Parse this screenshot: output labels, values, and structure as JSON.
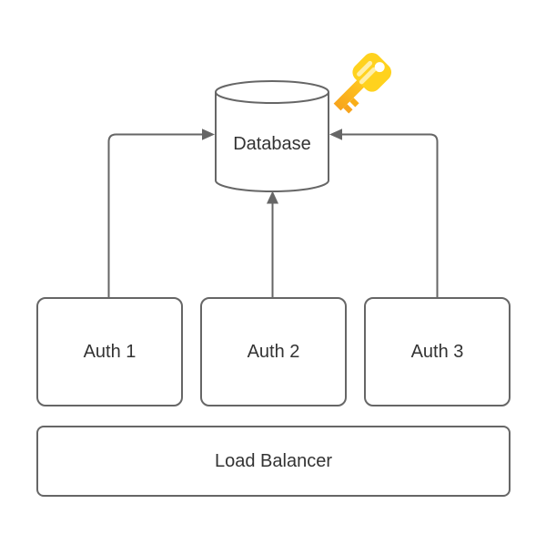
{
  "nodes": {
    "database": {
      "label": "Database",
      "shape": "cylinder"
    },
    "auth1": {
      "label": "Auth 1",
      "shape": "rounded-rect"
    },
    "auth2": {
      "label": "Auth 2",
      "shape": "rounded-rect"
    },
    "auth3": {
      "label": "Auth 3",
      "shape": "rounded-rect"
    },
    "load_balancer": {
      "label": "Load Balancer",
      "shape": "rounded-rect"
    }
  },
  "edges": [
    {
      "from": "Auth 1",
      "to": "Database",
      "style": "elbow-up-right",
      "arrowhead": "filled-triangle"
    },
    {
      "from": "Auth 2",
      "to": "Database",
      "style": "straight-up",
      "arrowhead": "filled-triangle"
    },
    {
      "from": "Auth 3",
      "to": "Database",
      "style": "elbow-up-left",
      "arrowhead": "filled-triangle"
    }
  ],
  "decorations": [
    {
      "icon": "key-icon",
      "attached_to": "Database",
      "position": "top-right"
    }
  ],
  "colors": {
    "background": "#ffffff",
    "stroke": "#666666",
    "text": "#333333",
    "node_fill": "#ffffff",
    "key_yellow": "#ffd21e",
    "key_orange": "#f7a41d",
    "key_highlight": "#ffefa8",
    "key_hole": "#ffffff"
  }
}
